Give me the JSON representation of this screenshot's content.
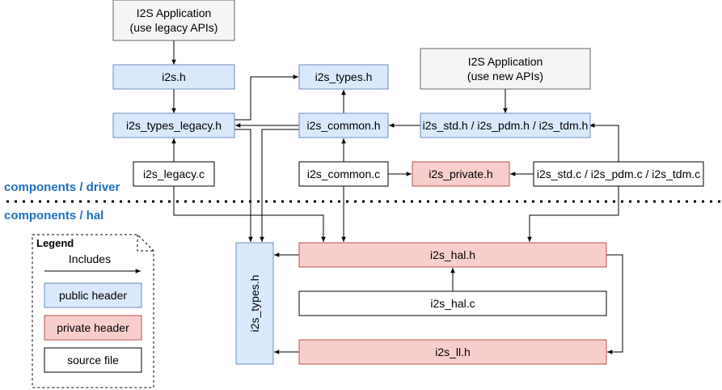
{
  "colors": {
    "public_header": "#dae8fc",
    "public_header_border": "#6c8ebf",
    "private_header": "#f8cecc",
    "private_header_border": "#b85450",
    "source_file": "#ffffff",
    "application": "#f5f5f5",
    "application_border": "#666666",
    "zone_label": "#1f6fbf"
  },
  "zones": {
    "driver": "components / driver",
    "hal": "components / hal"
  },
  "nodes": {
    "app_legacy": {
      "line1": "I2S Application",
      "line2": "(use legacy APIs)"
    },
    "app_new": {
      "line1": "I2S Application",
      "line2": "(use new APIs)"
    },
    "i2s_h": "i2s.h",
    "i2s_types_h": "i2s_types.h",
    "i2s_types_legacy_h": "i2s_types_legacy.h",
    "i2s_common_h": "i2s_common.h",
    "i2s_std_h": "i2s_std.h / i2s_pdm.h / i2s_tdm.h",
    "i2s_legacy_c": "i2s_legacy.c",
    "i2s_common_c": "i2s_common.c",
    "i2s_private_h": "i2s_private.h",
    "i2s_std_c": "i2s_std.c / i2s_pdm.c / i2s_tdm.c",
    "i2s_hal_h": "i2s_hal.h",
    "i2s_hal_c": "i2s_hal.c",
    "i2s_ll_h": "i2s_ll.h",
    "hal_i2s_types_h": "i2s_types.h"
  },
  "legend": {
    "title": "Legend",
    "includes": "Includes",
    "public_header": "public header",
    "private_header": "private header",
    "source_file": "source file"
  }
}
